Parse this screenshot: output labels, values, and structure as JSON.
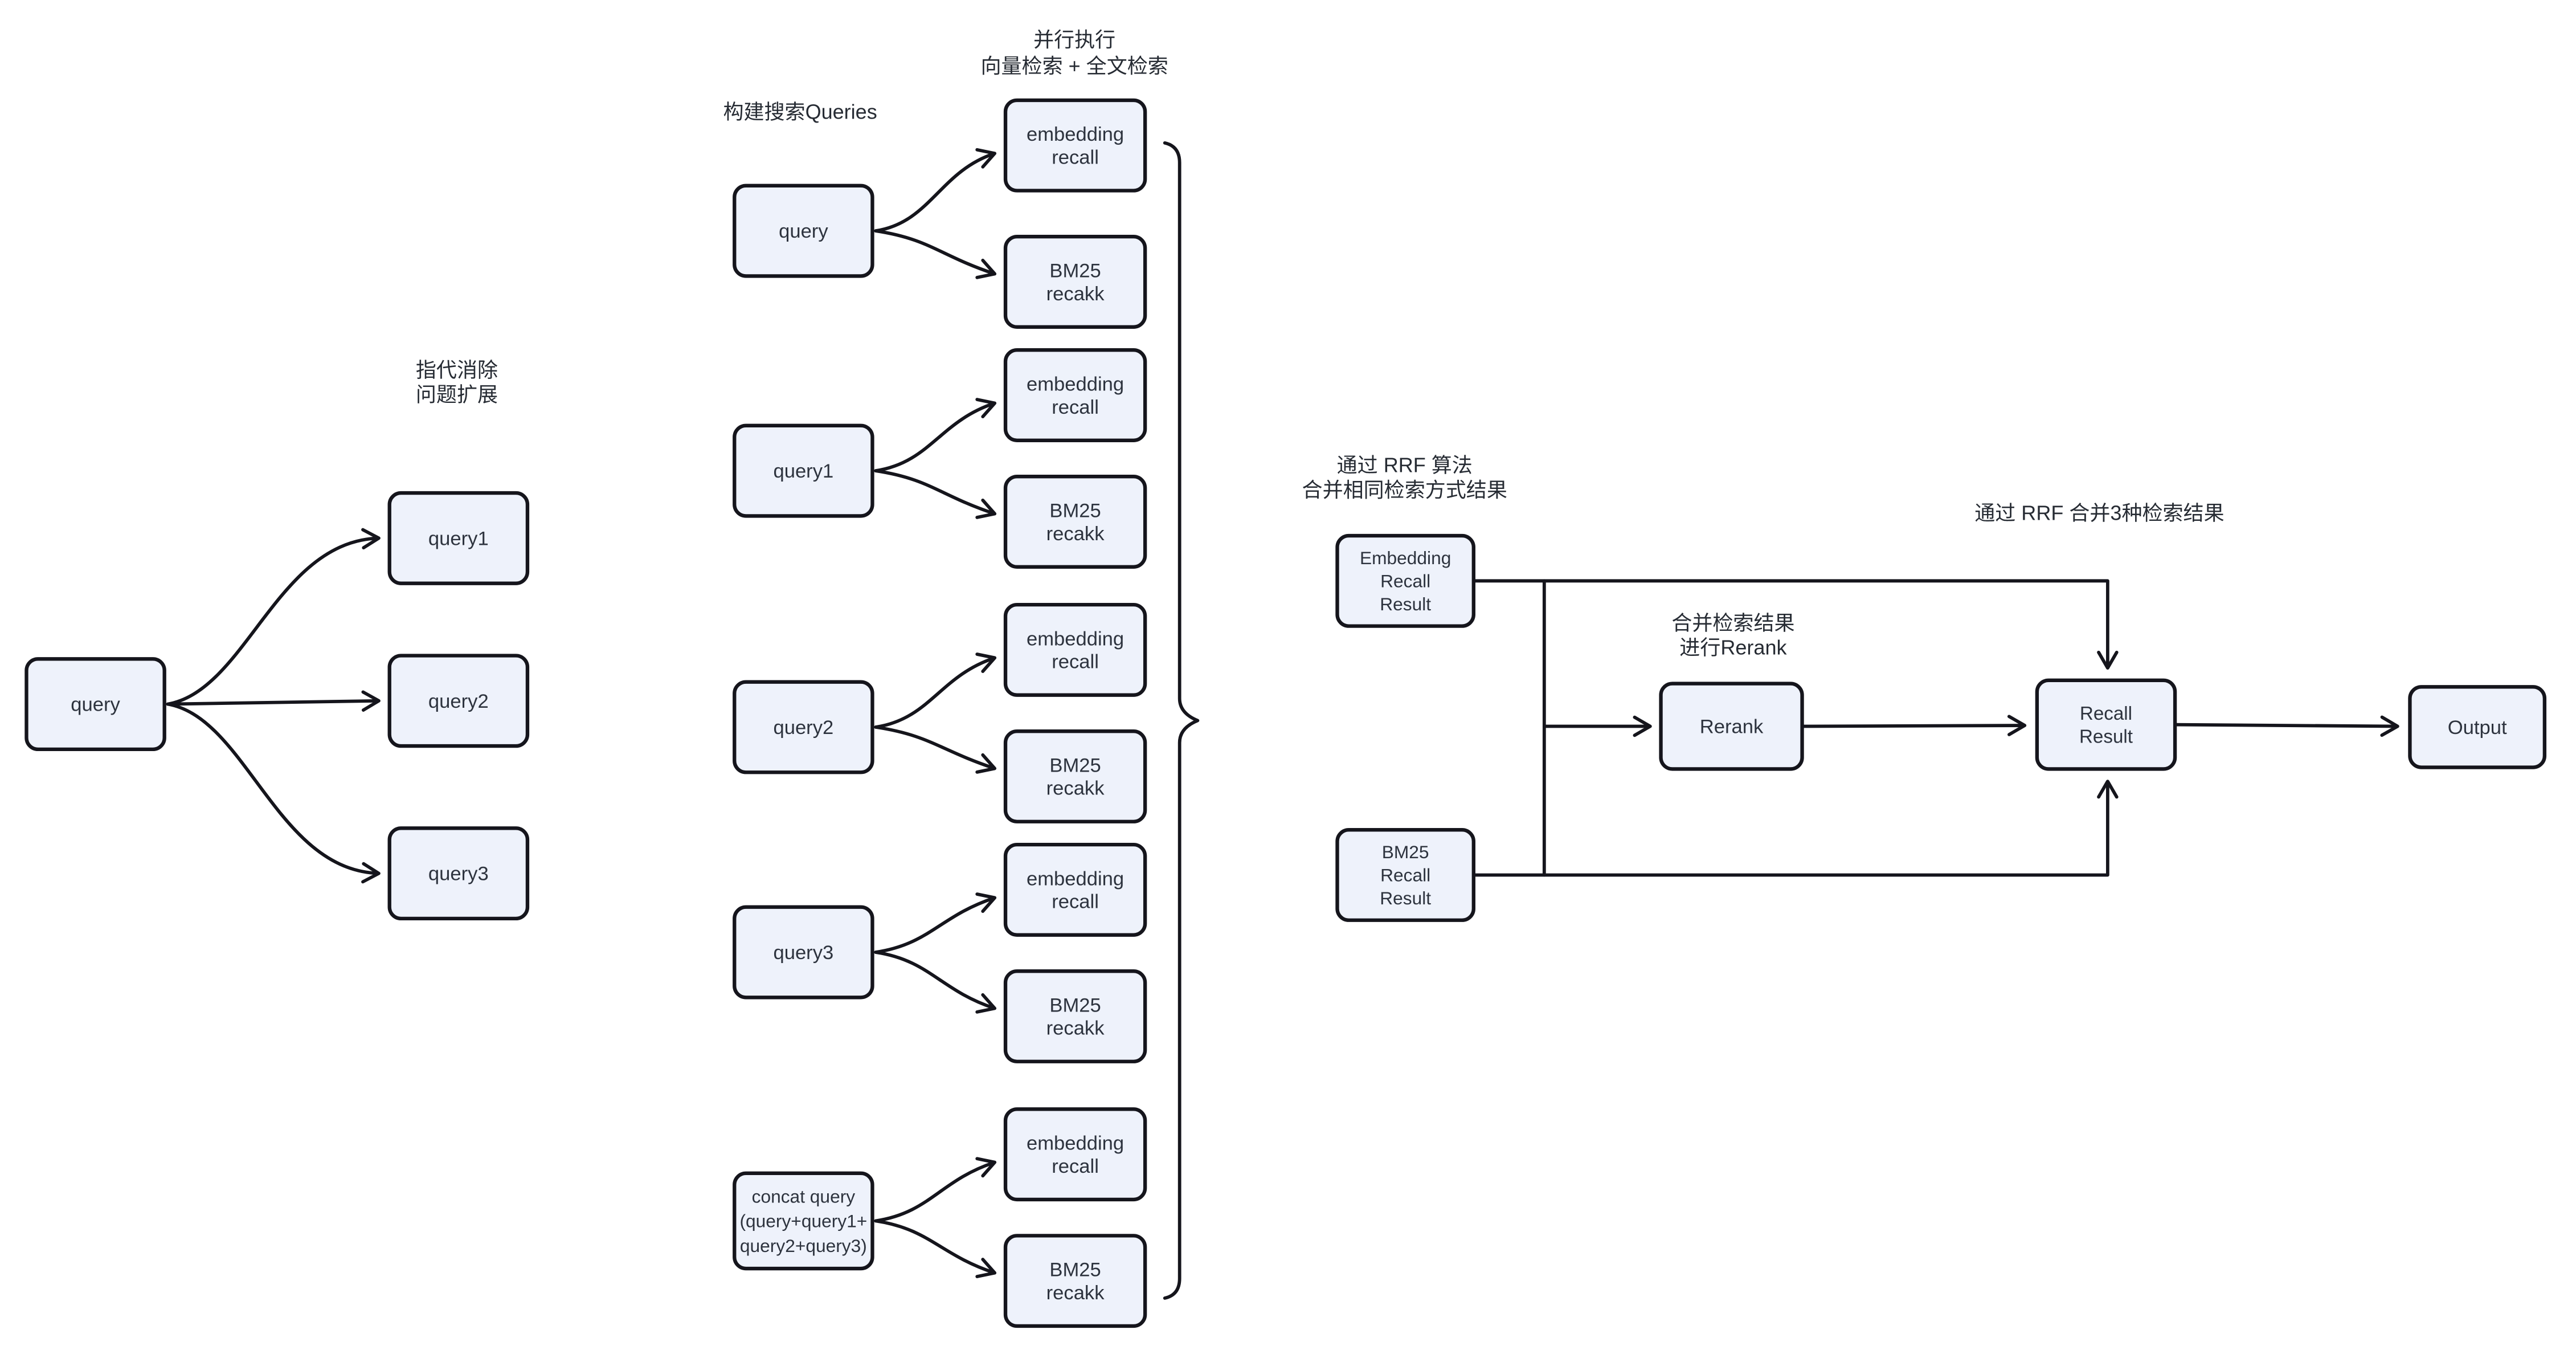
{
  "diagram": {
    "colors": {
      "background": "#ffffff",
      "box_fill": "#eef2fb",
      "box_border": "#15151c",
      "edge": "#15151c",
      "text": "#2d333e"
    },
    "annotations": {
      "parallel_exec": [
        "并行执行",
        "向量检索 + 全文检索"
      ],
      "build_queries": [
        "构建搜索Queries"
      ],
      "coref_expand": [
        "指代消除",
        "问题扩展"
      ],
      "rrf_same": [
        "通过 RRF 算法",
        "合并相同检索方式结果"
      ],
      "rrf_merge3": [
        "通过 RRF 合并3种检索结果"
      ],
      "merge_rerank": [
        "合并检索结果",
        "进行Rerank"
      ]
    },
    "nodes": {
      "query_root": [
        "query"
      ],
      "query1": [
        "query1"
      ],
      "query2": [
        "query2"
      ],
      "query3": [
        "query3"
      ],
      "m_query": [
        "query"
      ],
      "m_query1": [
        "query1"
      ],
      "m_query2": [
        "query2"
      ],
      "m_query3": [
        "query3"
      ],
      "concat_query": [
        "concat query",
        "(query+query1+",
        "query2+query3)"
      ],
      "embedding_recall_result": [
        "Embedding",
        "Recall",
        "Result"
      ],
      "bm25_recall_result": [
        "BM25",
        "Recall",
        "Result"
      ],
      "rerank": [
        "Rerank"
      ],
      "recall_result": [
        "Recall",
        "Result"
      ],
      "output": [
        "Output"
      ]
    },
    "recall_pairs": [
      {
        "emb": [
          "embedding",
          "recall"
        ],
        "bm": [
          "BM25",
          "recakk"
        ]
      },
      {
        "emb": [
          "embedding",
          "recall"
        ],
        "bm": [
          "BM25",
          "recakk"
        ]
      },
      {
        "emb": [
          "embedding",
          "recall"
        ],
        "bm": [
          "BM25",
          "recakk"
        ]
      },
      {
        "emb": [
          "embedding",
          "recall"
        ],
        "bm": [
          "BM25",
          "recakk"
        ]
      },
      {
        "emb": [
          "embedding",
          "recall"
        ],
        "bm": [
          "BM25",
          "recakk"
        ]
      }
    ]
  }
}
